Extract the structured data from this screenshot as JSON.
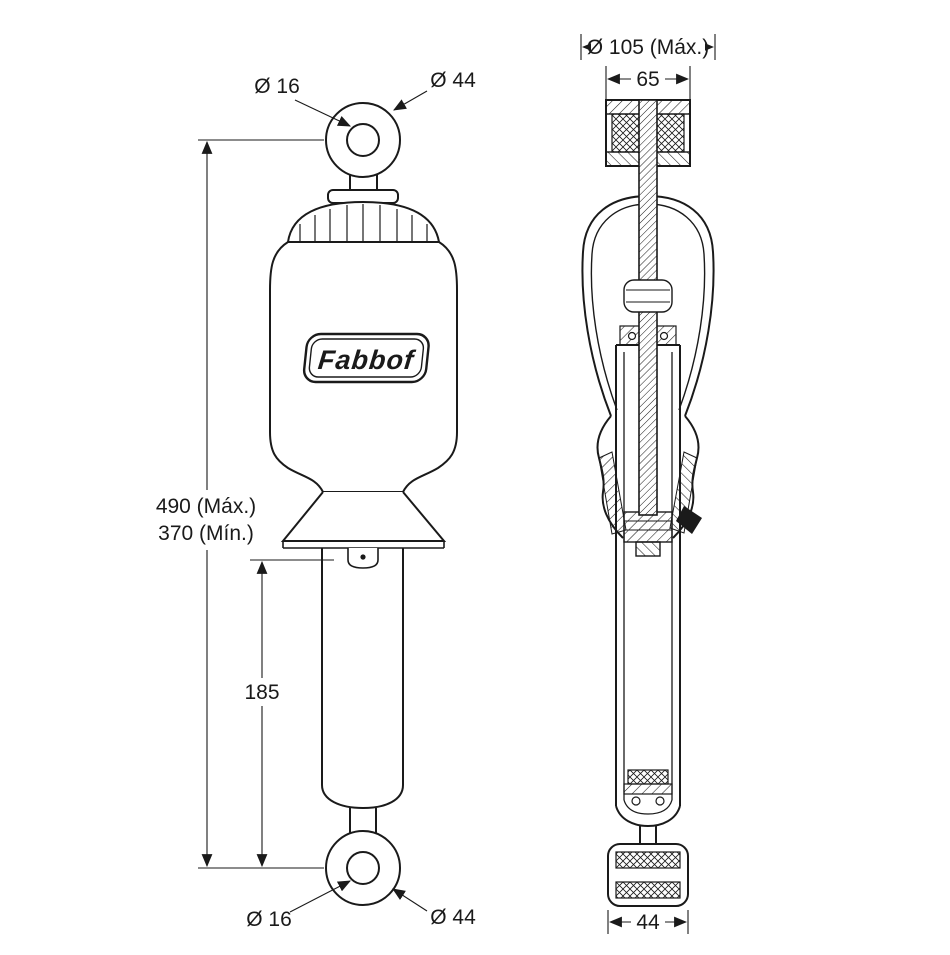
{
  "drawing": {
    "brand": "Fabbof",
    "front_view": {
      "top_eye_inner_dia": "Ø 16",
      "top_eye_outer_dia": "Ø 44",
      "overall_length_max": "490 (Máx.)",
      "overall_length_min": "370 (Mín.)",
      "damper_body_length": "185",
      "bottom_eye_inner_dia": "Ø 16",
      "bottom_eye_outer_dia": "Ø 44"
    },
    "section_view": {
      "max_diameter": "Ø 105 (Máx.)",
      "top_mount_width": "65",
      "bottom_eye_width": "44"
    },
    "colors": {
      "line": "#1a1a1a",
      "background": "#ffffff"
    }
  }
}
